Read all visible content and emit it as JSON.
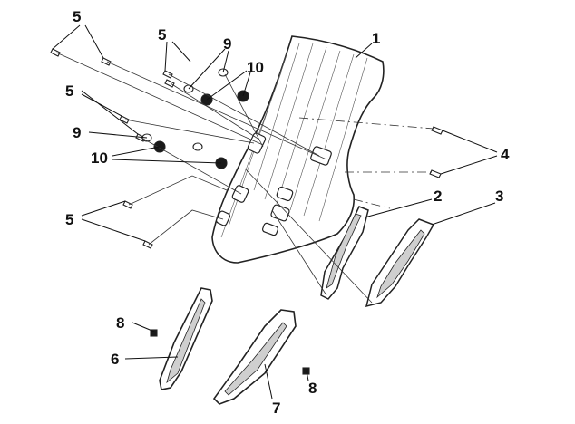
{
  "diagram": {
    "parts": [
      {
        "id": "windscreen",
        "callout": "1"
      },
      {
        "id": "side-cover-small",
        "callout": "2"
      },
      {
        "id": "side-cover-large",
        "callout": "3"
      },
      {
        "id": "screw-rear",
        "callout": "4"
      },
      {
        "id": "bolt",
        "callout": "5"
      },
      {
        "id": "lower-deflector-left",
        "callout": "6"
      },
      {
        "id": "lower-deflector-right",
        "callout": "7"
      },
      {
        "id": "clip",
        "callout": "8"
      },
      {
        "id": "washer",
        "callout": "9"
      },
      {
        "id": "nut",
        "callout": "10"
      }
    ],
    "colors": {
      "line": "#222222",
      "fill": "#ffffff",
      "shade": "#cfcfcf",
      "dark": "#1a1a1a"
    }
  }
}
